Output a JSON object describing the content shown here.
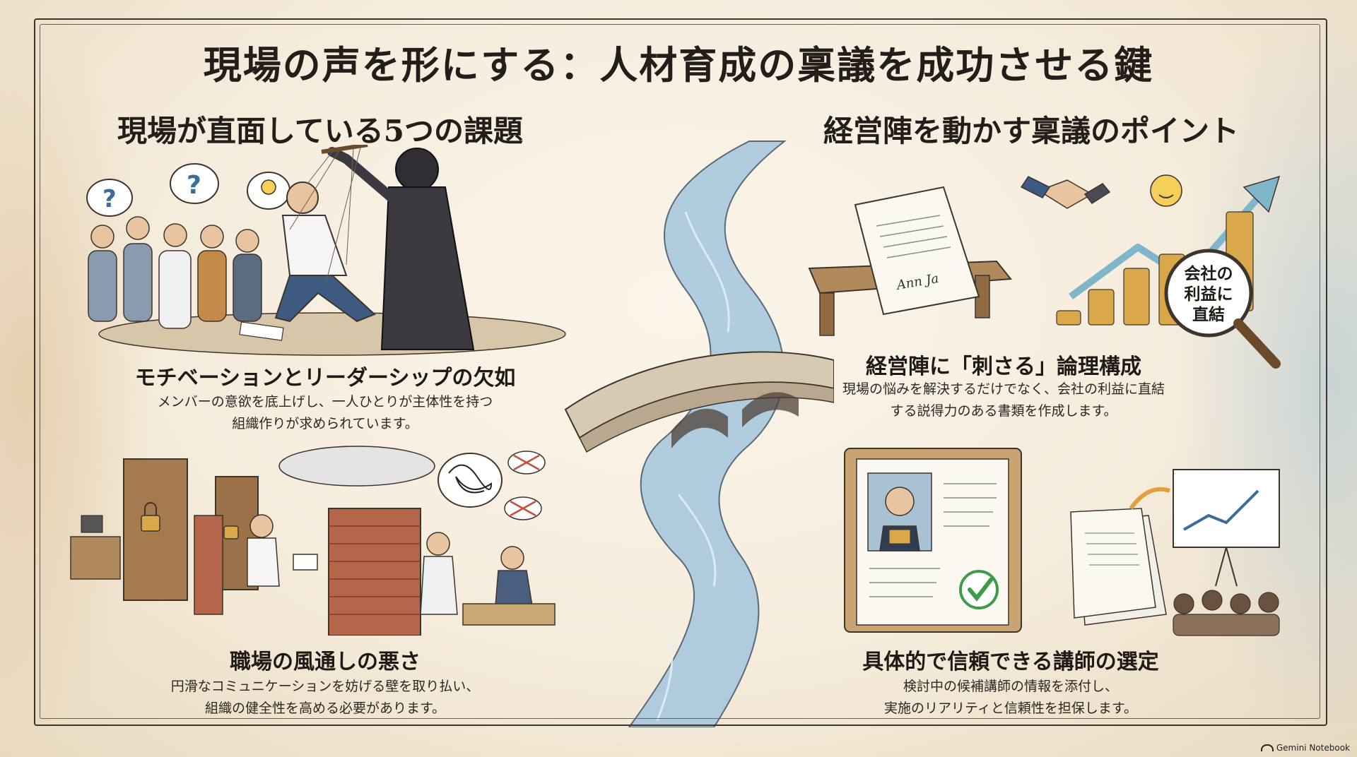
{
  "title": "現場の声を形にする：人材育成の稟議を成功させる鍵",
  "left_section": {
    "heading": "現場が直面している5つの課題",
    "items": [
      {
        "title": "モチベーションとリーダーシップの欠如",
        "desc_line1": "メンバーの意欲を底上げし、一人ひとりが主体性を持つ",
        "desc_line2": "組織作りが求められています。"
      },
      {
        "title": "職場の風通しの悪さ",
        "desc_line1": "円滑なコミュニケーションを妨げる壁を取り払い、",
        "desc_line2": "組織の健全性を高める必要があります。"
      }
    ]
  },
  "right_section": {
    "heading": "経営陣を動かす稟議のポイント",
    "magnifier_text_1": "会社の",
    "magnifier_text_2": "利益に",
    "magnifier_text_3": "直結",
    "items": [
      {
        "title": "経営陣に「刺さる」論理構成",
        "desc_line1": "現場の悩みを解決するだけでなく、会社の利益に直結",
        "desc_line2": "する説得力のある書類を作成します。"
      },
      {
        "title": "具体的で信頼できる講師の選定",
        "desc_line1": "検討中の候補講師の情報を添付し、",
        "desc_line2": "実施のリアリティと信頼性を担保します。"
      }
    ]
  },
  "illustration_marks": {
    "question": "?",
    "signature": "Ann  Ja"
  },
  "brand": "Gemini Notebook",
  "colors": {
    "river": "#a9c8de",
    "paper": "#f6ecdc",
    "ink": "#231e1a",
    "brick": "#b5654a",
    "coin": "#d9a84a",
    "arrow": "#7fb6c9",
    "check": "#3d9b4a"
  }
}
